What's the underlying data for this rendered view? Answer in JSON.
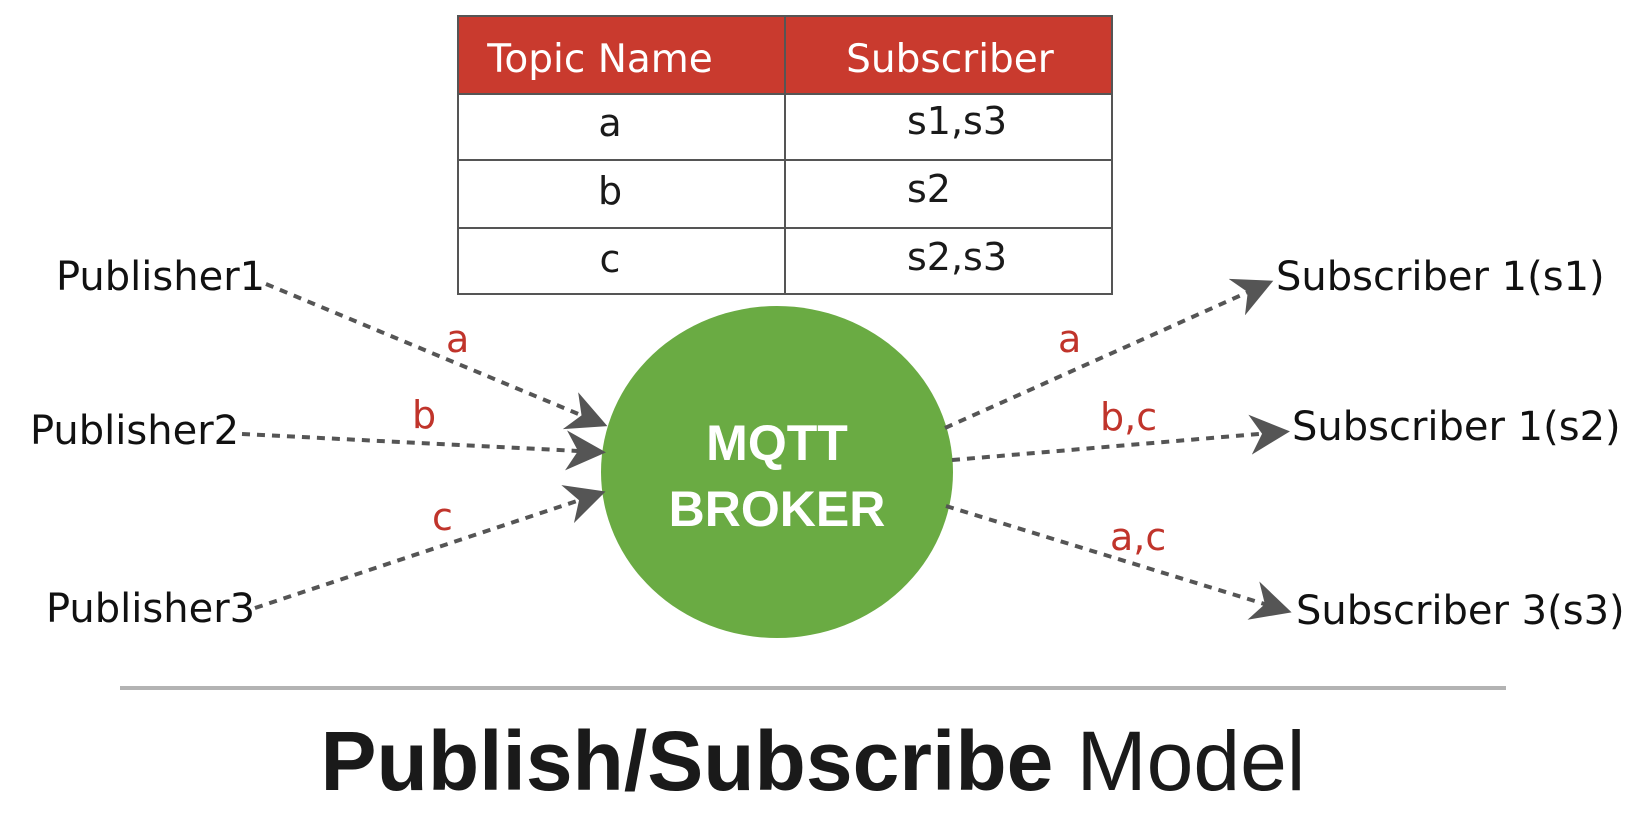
{
  "colors": {
    "table_header": "#c93a2e",
    "table_border": "#555555",
    "broker_fill": "#6aab43",
    "edge_label": "#c0342b",
    "arrow": "#555555",
    "divider": "#b3b3b3"
  },
  "table": {
    "headers": [
      "Topic Name",
      "Subscriber"
    ],
    "rows": [
      [
        "a",
        "s1,s3"
      ],
      [
        "b",
        "s2"
      ],
      [
        "c",
        "s2,s3"
      ]
    ]
  },
  "broker": {
    "line1": "MQTT",
    "line2": "BROKER"
  },
  "publishers": [
    {
      "name": "Publisher1",
      "topic": "a"
    },
    {
      "name": "Publisher2",
      "topic": "b"
    },
    {
      "name": "Publisher3",
      "topic": "c"
    }
  ],
  "subscribers": [
    {
      "name": "Subscriber 1(s1)",
      "topics": "a"
    },
    {
      "name": "Subscriber 1(s2)",
      "topics": "b,c"
    },
    {
      "name": "Subscriber 3(s3)",
      "topics": "a,c"
    }
  ],
  "title": {
    "bold": "Publish/Subscribe",
    "normal": " Model"
  }
}
